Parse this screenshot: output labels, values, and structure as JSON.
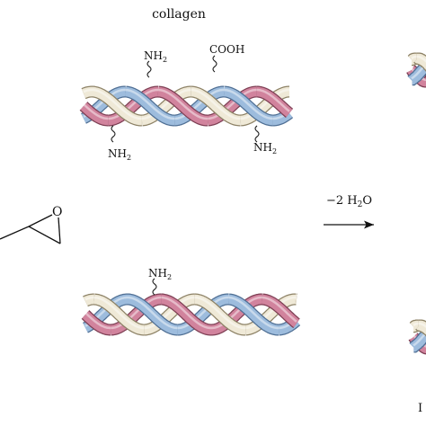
{
  "title": "collagen",
  "groups": {
    "top_nh2": "NH",
    "top_nh2_sub": "2",
    "top_cooh": "COOH",
    "left_nh2": "NH",
    "left_nh2_sub": "2",
    "right_nh2": "NH",
    "right_nh2_sub": "2",
    "bottom_nh2": "NH",
    "bottom_nh2_sub": "2"
  },
  "epoxide_atom": "O",
  "arrow": {
    "text": "−2 H",
    "sub": "2",
    "tail": "O"
  },
  "edge_text": "I",
  "colors": {
    "pink": "#d1839d",
    "pink_dark": "#7e3f54",
    "blue": "#9dbcdd",
    "blue_dark": "#4f6f94",
    "cream": "#efe9d7",
    "cream_dark": "#8d8266"
  }
}
